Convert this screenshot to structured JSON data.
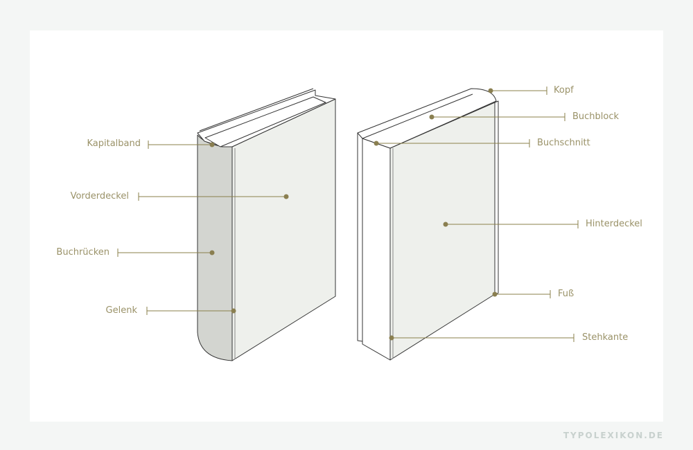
{
  "labels": {
    "kapitalband": "Kapitalband",
    "vorderdeckel": "Vorderdeckel",
    "buchruecken": "Buchrücken",
    "gelenk": "Gelenk",
    "kopf": "Kopf",
    "buchblock": "Buchblock",
    "buchschnitt": "Buchschnitt",
    "hinterdeckel": "Hinterdeckel",
    "fuss": "Fuß",
    "stehkante": "Stehkante"
  },
  "footer": "TYPOLEXIKON.DE",
  "colors": {
    "label": "#9a9268",
    "leader": "#8a7f4a",
    "cover": "#eef0ec",
    "spine": "#d3d5d0"
  }
}
